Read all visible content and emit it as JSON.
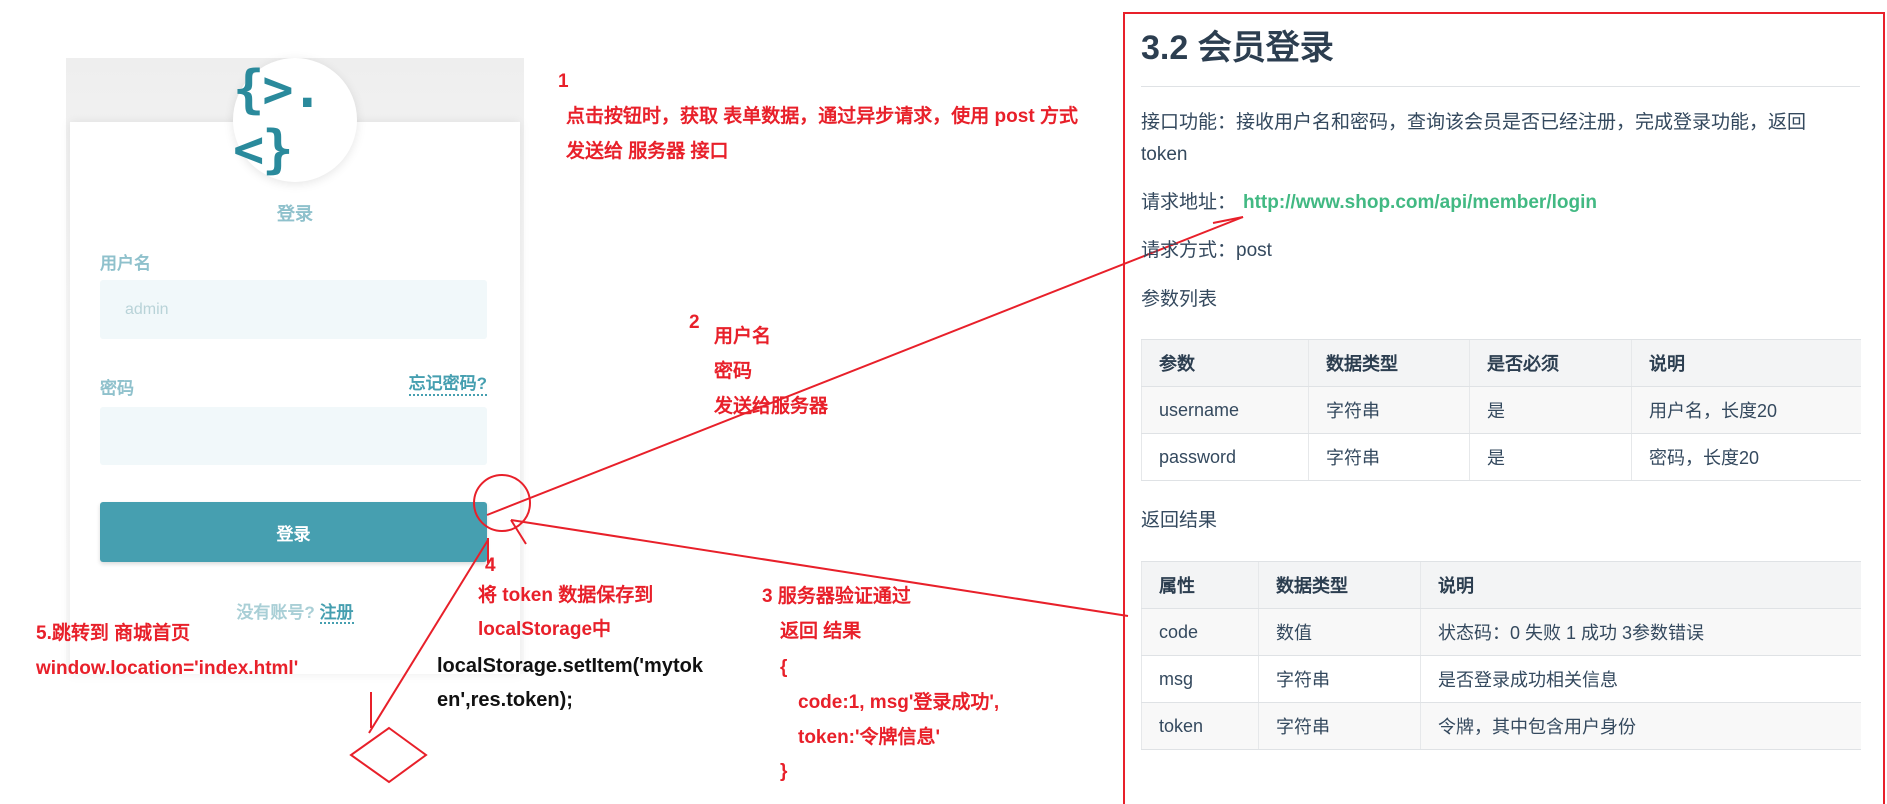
{
  "colors": {
    "accent": "#469fb0",
    "accent_light": "#8fc1cc",
    "annotation_red": "#e8202a",
    "link_green": "#42b983"
  },
  "login": {
    "logo": "{>.<}",
    "title": "登录",
    "username_label": "用户名",
    "username_placeholder": "admin",
    "password_label": "密码",
    "forgot_link": "忘记密码?",
    "submit_label": "登录",
    "no_account": "没有账号?",
    "register_link": "注册"
  },
  "annotations": {
    "step1_num": "1",
    "step1_line1": "点击按钮时，获取 表单数据，通过异步请求，使用 post 方式",
    "step1_line2": "发送给 服务器 接口",
    "step2_num": "2",
    "step2_lines": [
      "用户名",
      "密码",
      "发送给服务器"
    ],
    "step3_line1": "3 服务器验证通过",
    "step3_line2": "返回 结果",
    "step3_code": [
      "{",
      "code:1, msg'登录成功',",
      "token:'令牌信息'",
      "}"
    ],
    "step4_num": "4",
    "step4_line1": "将 token 数据保存到",
    "step4_line2": "localStorage中",
    "step4_code1": "localStorage.setItem('mytok",
    "step4_code2": "en',res.token);",
    "step5_line1": "5.跳转到 商城首页",
    "step5_line2": "window.location='index.html'"
  },
  "doc": {
    "heading": "3.2 会员登录",
    "func_line1": "接口功能：接收用户名和密码，查询该会员是否已经注册，完成登录功能，返回",
    "func_line2": "token",
    "url_label": "请求地址：",
    "url": "http://www.shop.com/api/member/login",
    "method": "请求方式：post",
    "params_title": "参数列表",
    "params_headers": [
      "参数",
      "数据类型",
      "是否必须",
      "说明"
    ],
    "params_rows": [
      [
        "username",
        "字符串",
        "是",
        "用户名，长度20"
      ],
      [
        "password",
        "字符串",
        "是",
        "密码，长度20"
      ]
    ],
    "result_title": "返回结果",
    "result_headers": [
      "属性",
      "数据类型",
      "说明"
    ],
    "result_rows": [
      [
        "code",
        "数值",
        "状态码：0 失败 1 成功 3参数错误"
      ],
      [
        "msg",
        "字符串",
        "是否登录成功相关信息"
      ],
      [
        "token",
        "字符串",
        "令牌，其中包含用户身份"
      ]
    ]
  }
}
